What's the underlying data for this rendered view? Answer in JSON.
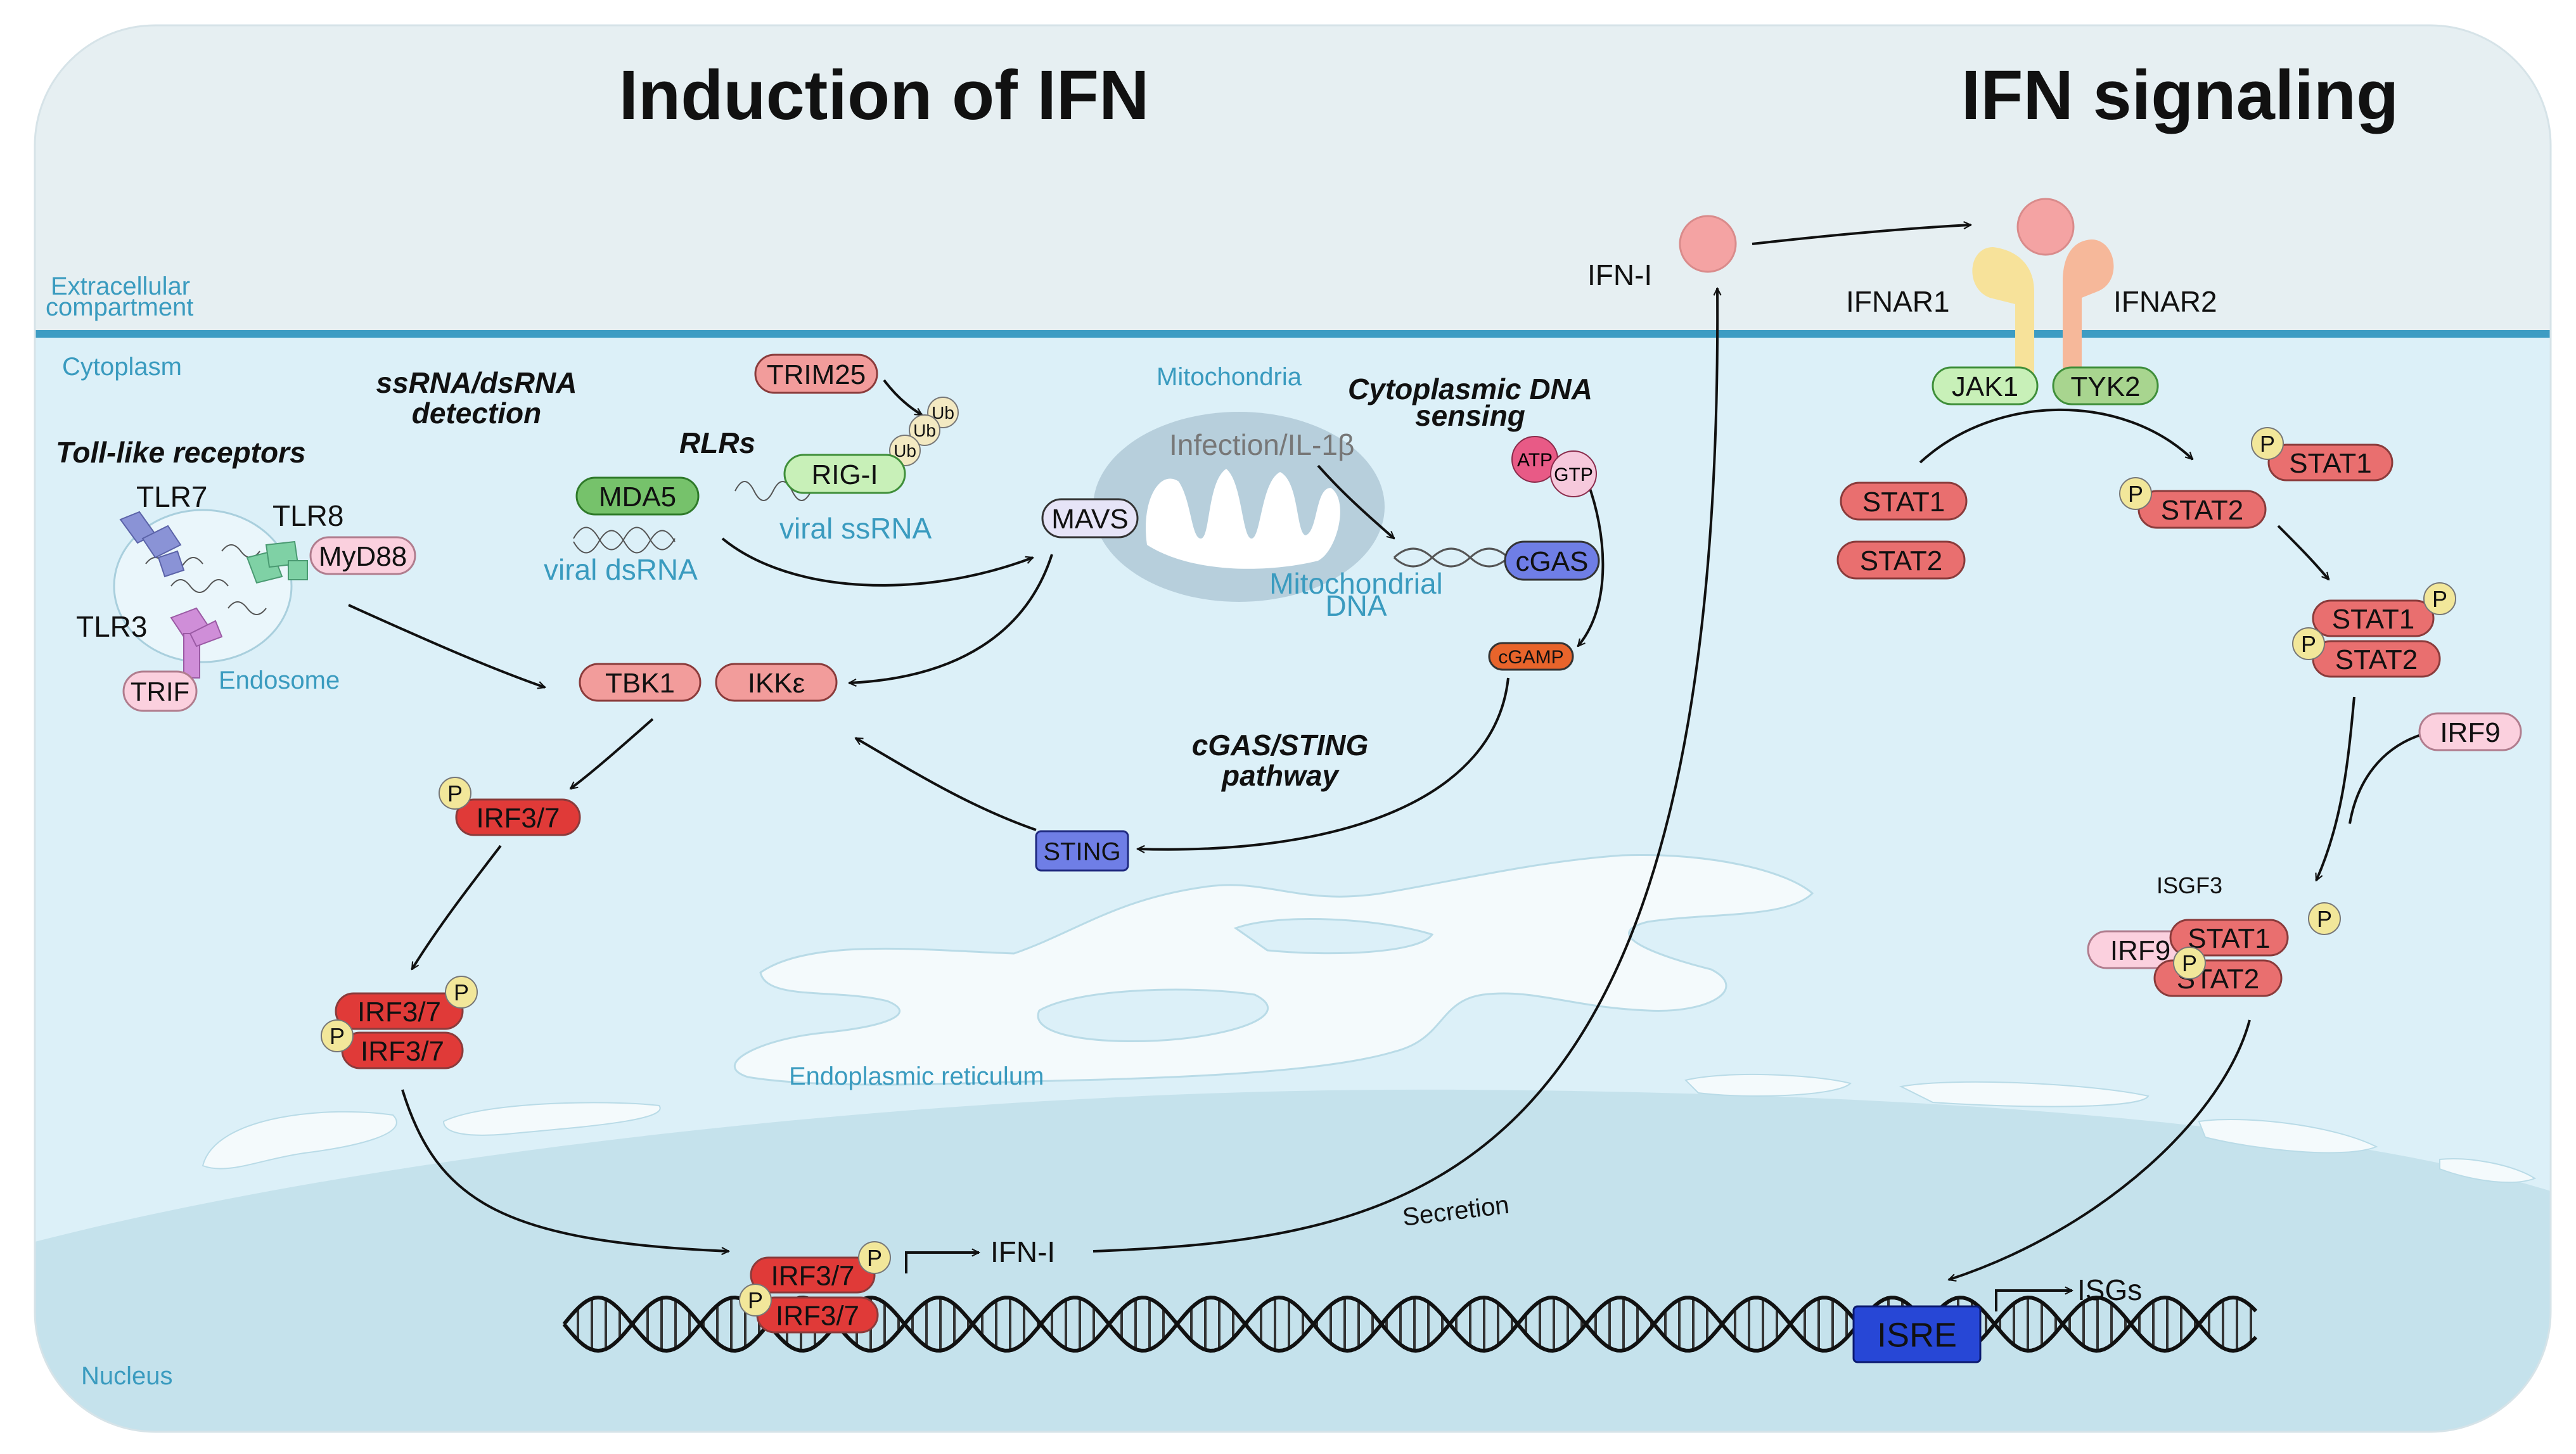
{
  "titles": {
    "induction": "Induction of IFN",
    "signaling": "IFN signaling"
  },
  "regions": {
    "extracellular": [
      "Extracellular",
      "compartment"
    ],
    "cytoplasm": "Cytoplasm",
    "nucleus": "Nucleus",
    "endosome": "Endosome",
    "mitochondria": "Mitochondria",
    "er": "Endoplasmic reticulum"
  },
  "sections": {
    "tlr": "Toll-like receptors",
    "ss_ds": [
      "ssRNA/dsRNA",
      "detection"
    ],
    "rlrs": "RLRs",
    "cyto_dna": [
      "Cytoplasmic DNA",
      "sensing"
    ],
    "cgas_sting": [
      "cGAS/STING",
      "pathway"
    ]
  },
  "labels": {
    "tlr7": "TLR7",
    "tlr8": "TLR8",
    "tlr3": "TLR3",
    "viral_dsrna": "viral dsRNA",
    "viral_ssrna": "viral ssRNA",
    "infection": "Infection/IL-1β",
    "mito_dna": [
      "Mitochondrial",
      "DNA"
    ],
    "ifn_out": "IFN-I",
    "ifn_nuc": "IFN-I",
    "ifnar1": "IFNAR1",
    "ifnar2": "IFNAR2",
    "isgf3": "ISGF3",
    "secretion": "Secretion",
    "isgs": "ISGs"
  },
  "proteins": {
    "myd88": "MyD88",
    "trif": "TRIF",
    "trim25": "TRIM25",
    "ub": "Ub",
    "rigi": "RIG-I",
    "mda5": "MDA5",
    "mavs": "MAVS",
    "atp": "ATP",
    "gtp": "GTP",
    "cgas": "cGAS",
    "cgamp": "cGAMP",
    "tbk1": "TBK1",
    "ikke": "IKKε",
    "irf37": "IRF3/7",
    "sting": "STING",
    "jak1": "JAK1",
    "tyk2": "TYK2",
    "stat1": "STAT1",
    "stat2": "STAT2",
    "irf9": "IRF9",
    "p": "P",
    "isre": "ISRE"
  },
  "colors": {
    "extracellular": "#e6eff2",
    "cytoplasm": "#dcf0f8",
    "nucleus": "#c5e2ec",
    "membrane": "#3d9cc3",
    "stat_red": "#e96f6f",
    "irf_red": "#e03a38",
    "pink": "#f29c9b",
    "light_pink": "#fbd0de",
    "green": "#76c26b",
    "light_green": "#c8f0b8",
    "sting_blue": "#6f7ee6",
    "isre_blue": "#2747d6",
    "phospho": "#f2e79a",
    "ifn_ball": "#f4a3a3"
  }
}
